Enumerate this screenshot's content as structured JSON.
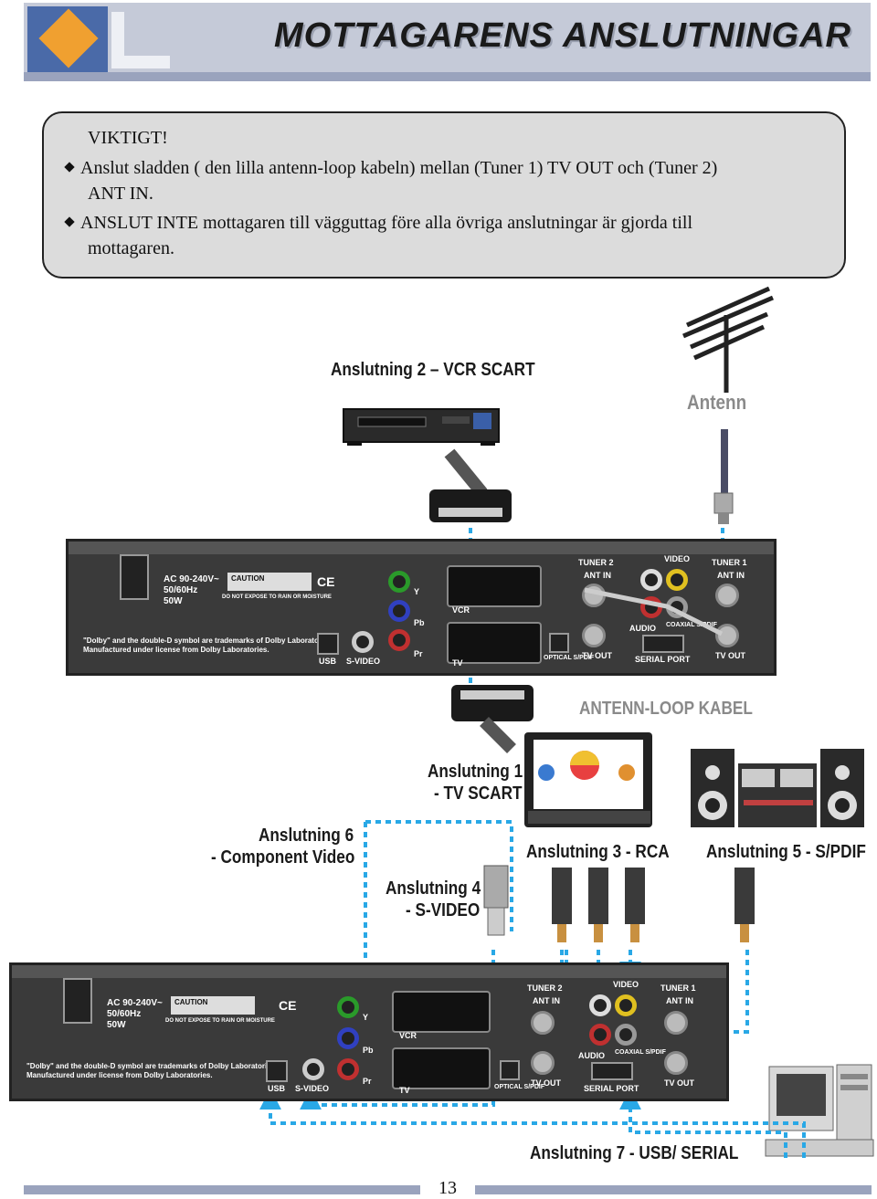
{
  "header": {
    "title": "MOTTAGARENS ANSLUTNINGAR"
  },
  "warning": {
    "title": "VIKTIGT!",
    "bullet1_line1": "Anslut sladden ( den lilla antenn-loop kabeln) mellan (Tuner 1) TV OUT och (Tuner 2)",
    "bullet1_line2": "ANT IN.",
    "bullet2_line1": "ANSLUT INTE mottagaren till vägguttag före alla övriga anslutningar är gjorda till",
    "bullet2_line2": "mottagaren."
  },
  "diagram": {
    "vcr_label": "Anslutning 2 – VCR SCART",
    "antenna_label": "Antenn",
    "loop_label": "ANTENN-LOOP KABEL",
    "tv_label_1": "Anslutning 1",
    "tv_label_2": "- TV SCART",
    "component_label_1": "Anslutning 6",
    "component_label_2": "- Component Video",
    "svideo_label_1": "Anslutning 4",
    "svideo_label_2": "- S-VIDEO",
    "rca_label": "Anslutning 3 - RCA",
    "spdif_label": "Anslutning 5 - S/PDIF",
    "usb_label": "Anslutning 7 - USB/ SERIAL"
  },
  "panel": {
    "ac_1": "AC 90-240V~",
    "ac_2": "50/60Hz",
    "ac_3": "50W",
    "caution": "CAUTION",
    "caution_sub": "DO NOT EXPOSE TO RAIN OR MOISTURE",
    "dolby_1": "\"Dolby\" and the double-D symbol are trademarks of Dolby Laboratories.",
    "dolby_2": "Manufactured under license from Dolby Laboratories.",
    "usb": "USB",
    "svideo": "S-VIDEO",
    "y": "Y",
    "pb": "Pb",
    "pr": "Pr",
    "vcr": "VCR",
    "tv": "TV",
    "optical": "OPTICAL S/PDIF",
    "tuner2": "TUNER 2",
    "tuner1": "TUNER 1",
    "ant_in": "ANT IN",
    "tv_out": "TV OUT",
    "video": "VIDEO",
    "audio": "AUDIO",
    "coaxial": "COAXIAL S/PDIF",
    "serial": "SERIAL PORT",
    "ce": "CE"
  },
  "footer": {
    "page_number": "13"
  },
  "colors": {
    "arrow": "#29a8e6",
    "header_bg": "#c5cad8",
    "logo_blue": "#4a6aa8",
    "logo_orange": "#f0a030"
  }
}
